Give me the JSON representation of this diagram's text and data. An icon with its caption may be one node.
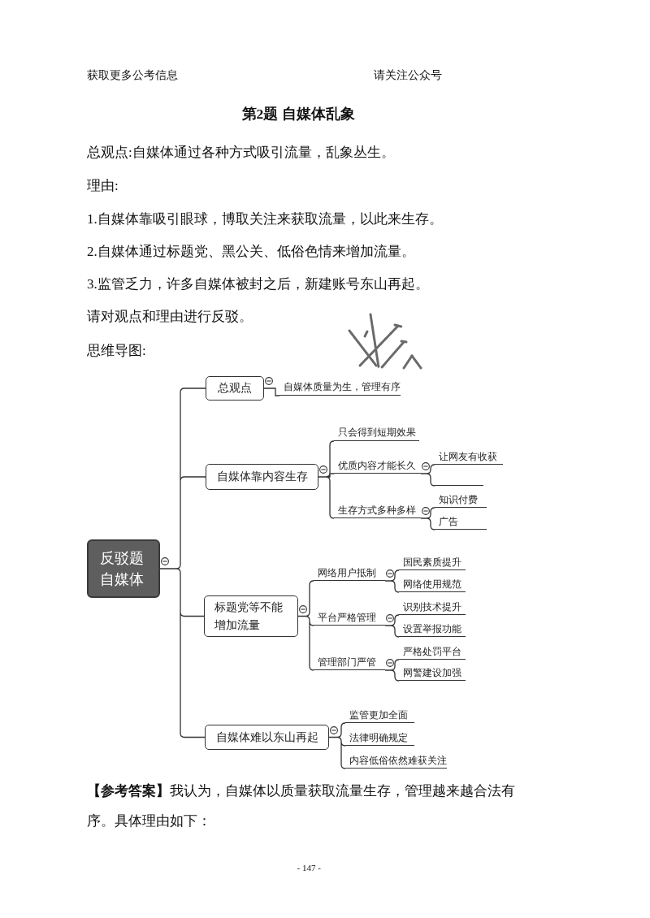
{
  "diagram": {
    "title": "第2题 自媒体乱象",
    "nodes": [
      {
        "text": [
          "反驳题自媒体"
        ]
      },
      {
        "text": [
          "总观点"
        ]
      },
      {
        "text": [
          "自媒体质量为生，管理有序"
        ]
      },
      {
        "text": [
          "自媒体靠内容生存"
        ]
      },
      {
        "text": [
          "只会得到短期效果"
        ]
      },
      {
        "text": [
          "优质内容才能长久"
        ]
      },
      {
        "text": [
          "让网友有收获"
        ]
      },
      {
        "text": [],
        "shape": "line"
      },
      {
        "text": [
          "生存方式多种多样"
        ]
      },
      {
        "text": [
          "知识付费"
        ]
      },
      {
        "text": [
          "广告"
        ]
      },
      {
        "text": [
          "标题党等不能增加流量"
        ]
      },
      {
        "text": [
          "网络用户抵制"
        ]
      },
      {
        "text": [
          "国民素质提升"
        ]
      },
      {
        "text": [
          "网络使用规范"
        ]
      },
      {
        "text": [
          "平台严格管理"
        ]
      },
      {
        "text": [
          "识别技术提升"
        ]
      },
      {
        "text": [
          "设置举报功能"
        ]
      },
      {
        "text": [
          "管理部门严管"
        ]
      },
      {
        "text": [
          "严格处罚平台"
        ]
      },
      {
        "text": [
          "网警建设加强"
        ]
      },
      {
        "text": [
          "自媒体难以东山再起"
        ]
      },
      {
        "text": [
          "监管更加全面"
        ]
      },
      {
        "text": [
          "法律明确规定"
        ]
      },
      {
        "text": [
          "内容低俗依然难获关注"
        ]
      }
    ],
    "edges": [
      {
        "from": 0,
        "to": 1,
        "arrow": "none"
      },
      {
        "from": 1,
        "to": 2,
        "arrow": "none"
      },
      {
        "from": 0,
        "to": 3,
        "arrow": "none"
      },
      {
        "from": 3,
        "to": 4,
        "arrow": "none"
      },
      {
        "from": 3,
        "to": 5,
        "arrow": "none"
      },
      {
        "from": 5,
        "to": 6,
        "arrow": "none"
      },
      {
        "from": 5,
        "to": 7,
        "arrow": "none"
      },
      {
        "from": 3,
        "to": 8,
        "arrow": "none"
      },
      {
        "from": 8,
        "to": 9,
        "arrow": "none"
      },
      {
        "from": 8,
        "to": 10,
        "arrow": "none"
      },
      {
        "from": 0,
        "to": 11,
        "arrow": "none"
      },
      {
        "from": 11,
        "to": 12,
        "arrow": "none"
      },
      {
        "from": 12,
        "to": 13,
        "arrow": "none"
      },
      {
        "from": 12,
        "to": 14,
        "arrow": "none"
      },
      {
        "from": 11,
        "to": 15,
        "arrow": "none"
      },
      {
        "from": 15,
        "to": 16,
        "arrow": "none"
      },
      {
        "from": 15,
        "to": 17,
        "arrow": "none"
      },
      {
        "from": 11,
        "to": 18,
        "arrow": "none"
      },
      {
        "from": 18,
        "to": 19,
        "arrow": "none"
      },
      {
        "from": 18,
        "to": 20,
        "arrow": "none"
      },
      {
        "from": 0,
        "to": 21,
        "arrow": "none"
      },
      {
        "from": 21,
        "to": 22,
        "arrow": "none"
      },
      {
        "from": 21,
        "to": 23,
        "arrow": "none"
      },
      {
        "from": 21,
        "to": 24,
        "arrow": "none"
      }
    ],
    "labels": [
      "获取更多公考信息",
      "请关注公众号",
      "总观点:自媒体通过各种方式吸引流量，乱象丛生。",
      "理由:",
      "1.自媒体靠吸引眼球，博取关注来获取流量，以此来生存。",
      "2.自媒体通过标题党、黑公关、低俗色情来增加流量。",
      "3.监管乏力，许多自媒体被封之后，新建账号东山再起。",
      "请对观点和理由进行反驳。",
      "思维导图:",
      "**【参考答案】**我认为，自媒体以质量获取流量生存，管理越来越合法有序。具体理由如下：",
      "- 147 -"
    ]
  }
}
